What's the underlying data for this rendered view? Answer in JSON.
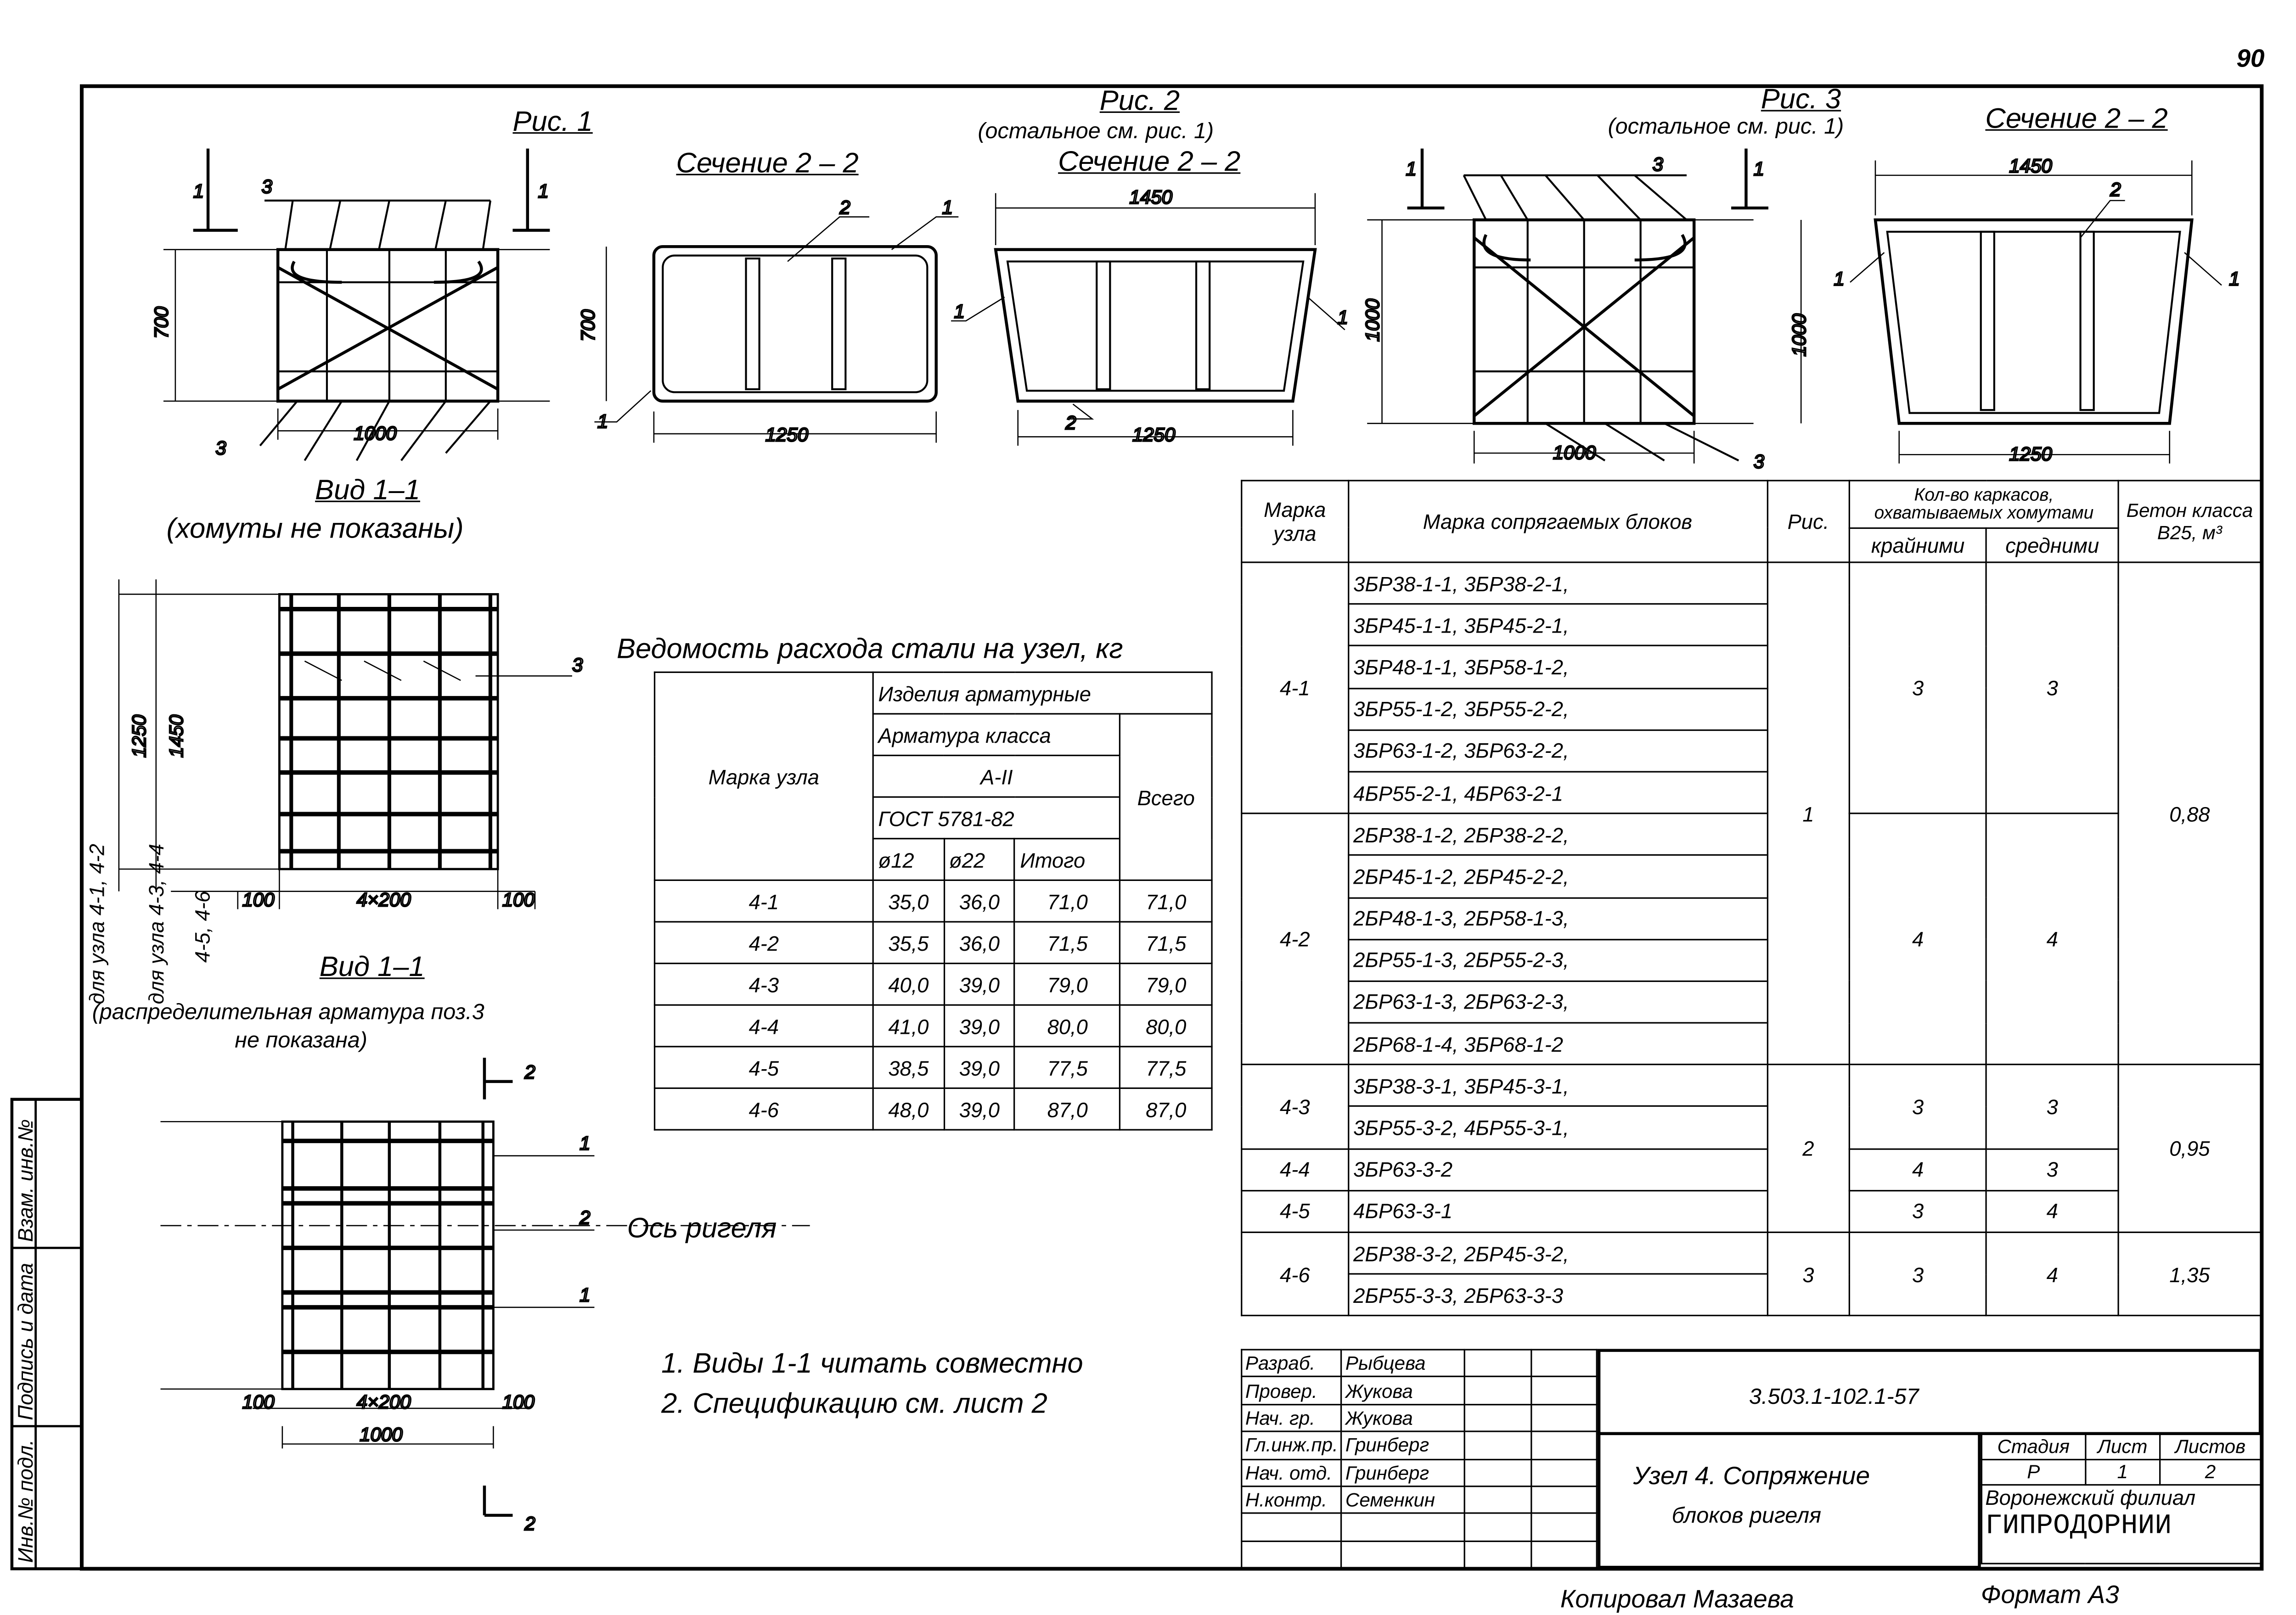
{
  "page_number": "90",
  "figures": {
    "fig1_title": "Рис. 1",
    "fig1_section_title": "Сечение 2 – 2",
    "fig2_title": "Рис. 2",
    "fig2_note": "(остальное см. рис. 1)",
    "fig2_section_title": "Сечение 2 – 2",
    "fig3_title": "Рис. 3",
    "fig3_note": "(остальное см. рис. 1)",
    "fig3_section_title": "Сечение 2 – 2",
    "view1_title": "Вид 1–1",
    "view1_note": "(хомуты не показаны)",
    "view2_title": "Вид 1–1",
    "view2_note1": "(распределительная арматура поз.3",
    "view2_note2": "не показана)",
    "axis_label": "Ось ригеля",
    "for_nodes_a": "для узла 4-1, 4-2",
    "for_nodes_b1": "для узла 4-3, 4-4",
    "for_nodes_b2": "4-5, 4-6",
    "dims": {
      "d700": "700",
      "d1000": "1000",
      "d1250": "1250",
      "d1450": "1450",
      "d100": "100",
      "d4x200": "4×200"
    },
    "pos": {
      "p1": "1",
      "p2": "2",
      "p3": "3"
    }
  },
  "notes": [
    "1. Виды 1-1 читать совместно",
    "2. Спецификацию см. лист 2"
  ],
  "steel_table": {
    "title": "Ведомость расхода стали на узел, кг",
    "h_mark": "Марка узла",
    "h_products": "Изделия арматурные",
    "h_class": "Арматура класса",
    "h_grade": "А-II",
    "h_gost": "ГОСТ 5781-82",
    "h_total": "Всего",
    "h_d12": "ø12",
    "h_d22": "ø22",
    "h_subtotal": "Итого",
    "rows": [
      [
        "4-1",
        "35,0",
        "36,0",
        "71,0",
        "71,0"
      ],
      [
        "4-2",
        "35,5",
        "36,0",
        "71,5",
        "71,5"
      ],
      [
        "4-3",
        "40,0",
        "39,0",
        "79,0",
        "79,0"
      ],
      [
        "4-4",
        "41,0",
        "39,0",
        "80,0",
        "80,0"
      ],
      [
        "4-5",
        "38,5",
        "39,0",
        "77,5",
        "77,5"
      ],
      [
        "4-6",
        "48,0",
        "39,0",
        "87,0",
        "87,0"
      ]
    ]
  },
  "main_table": {
    "h_node": "Марка узла",
    "h_blocks": "Марка сопрягаемых блоков",
    "h_fig": "Рис.",
    "h_count": "Кол-во каркасов, охватываемых хомутами",
    "h_outer": "крайними",
    "h_middle": "средними",
    "h_concrete": "Бетон класса В25, м³",
    "groups": {
      "n41": {
        "node": "4-1",
        "blocks": [
          "3БР38-1-1, 3БР38-2-1,",
          "3БР45-1-1, 3БР45-2-1,",
          "3БР48-1-1, 3БР58-1-2,",
          "3БР55-1-2, 3БР55-2-2,",
          "3БР63-1-2, 3БР63-2-2,",
          "4БР55-2-1, 4БР63-2-1"
        ],
        "outer": "3",
        "middle": "3"
      },
      "n42": {
        "node": "4-2",
        "blocks": [
          "2БР38-1-2, 2БР38-2-2,",
          "2БР45-1-2, 2БР45-2-2,",
          "2БР48-1-3, 2БР58-1-3,",
          "2БР55-1-3, 2БР55-2-3,",
          "2БР63-1-3, 2БР63-2-3,",
          "2БР68-1-4, 3БР68-1-2"
        ],
        "outer": "4",
        "middle": "4"
      },
      "n43": {
        "node": "4-3",
        "blocks": [
          "3БР38-3-1, 3БР45-3-1,",
          "3БР55-3-2, 4БР55-3-1,"
        ],
        "outer": "3",
        "middle": "3"
      },
      "n44": {
        "node": "4-4",
        "blocks": [
          "3БР63-3-2"
        ],
        "outer": "4",
        "middle": "3"
      },
      "n45": {
        "node": "4-5",
        "blocks": [
          "4БР63-3-1"
        ],
        "outer": "3",
        "middle": "4"
      },
      "n46": {
        "node": "4-6",
        "blocks": [
          "2БР38-3-2, 2БР45-3-2,",
          "2БР55-3-3, 2БР63-3-3"
        ],
        "outer": "3",
        "middle": "4"
      }
    },
    "fig_1": "1",
    "fig_2": "2",
    "fig_3": "3",
    "concrete_1": "0,88",
    "concrete_2": "0,95",
    "concrete_3": "1,35"
  },
  "title_block": {
    "roles": [
      [
        "Разраб.",
        "Рыбцева"
      ],
      [
        "Провер.",
        "Жукова"
      ],
      [
        "Нач. гр.",
        "Жукова"
      ],
      [
        "Гл.инж.пр.",
        "Гринберг"
      ],
      [
        "Нач. отд.",
        "Гринберг"
      ],
      [
        "Н.контр.",
        "Семенкин"
      ]
    ],
    "code": "3.503.1-102.1-57",
    "title_line1": "Узел 4. Сопряжение",
    "title_line2": "блоков ригеля",
    "h_stage": "Стадия",
    "h_sheet": "Лист",
    "h_sheets": "Листов",
    "stage": "Р",
    "sheet": "1",
    "sheets": "2",
    "org_line1": "Воронежский филиал",
    "org_line2": "ГИПРОДОРНИИ"
  },
  "side_stamp": [
    "Инв.№ подл.",
    "Подпись и дата",
    "Взам. инв.№"
  ],
  "footer": {
    "copied": "Копировал Мазаева",
    "format": "Формат А3"
  }
}
